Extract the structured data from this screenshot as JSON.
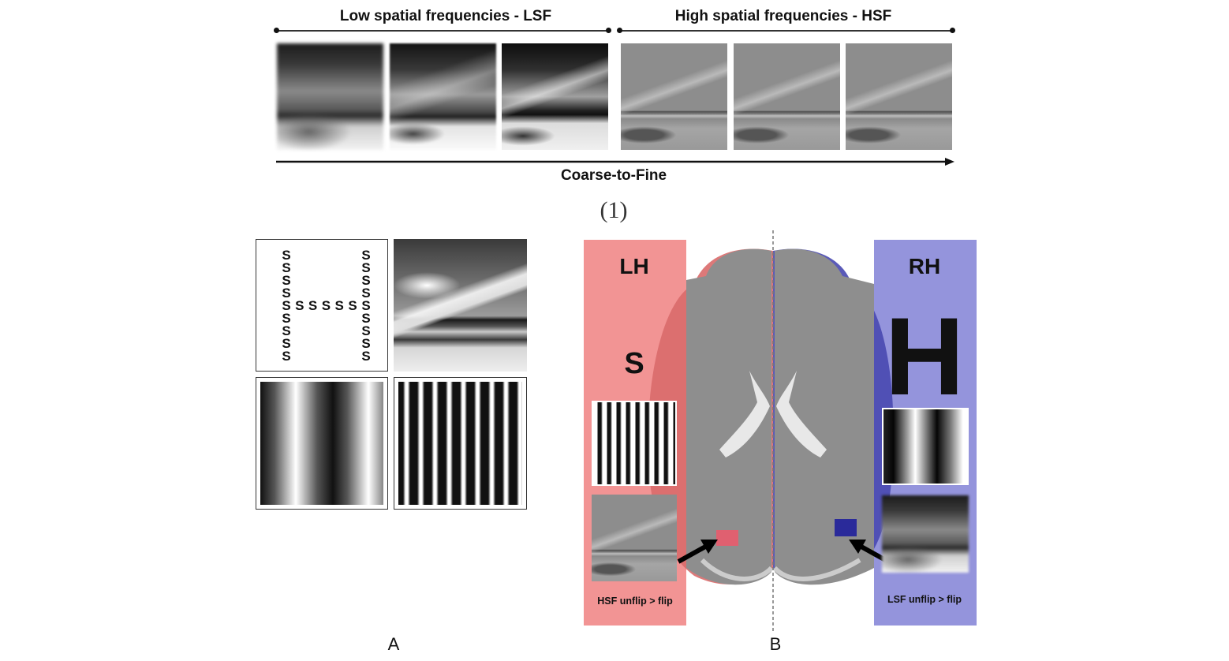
{
  "panel1": {
    "lsf_label": "Low spatial frequencies - LSF",
    "hsf_label": "High spatial frequencies - HSF",
    "axis_label": "Coarse-to-Fine",
    "number": "(1)"
  },
  "panelA": {
    "label": "A",
    "global_letter": "H",
    "local_letter": "S"
  },
  "panelB": {
    "label": "B",
    "left_hemisphere": "LH",
    "right_hemisphere": "RH",
    "left_letter": "S",
    "right_letter": "H",
    "left_caption": "HSF unflip > flip",
    "right_caption": "LSF unflip > flip",
    "colors": {
      "left": "#f08a8a",
      "right": "#8a8ad8",
      "left_roi": "#e06070",
      "right_roi": "#2a2a9a"
    }
  }
}
